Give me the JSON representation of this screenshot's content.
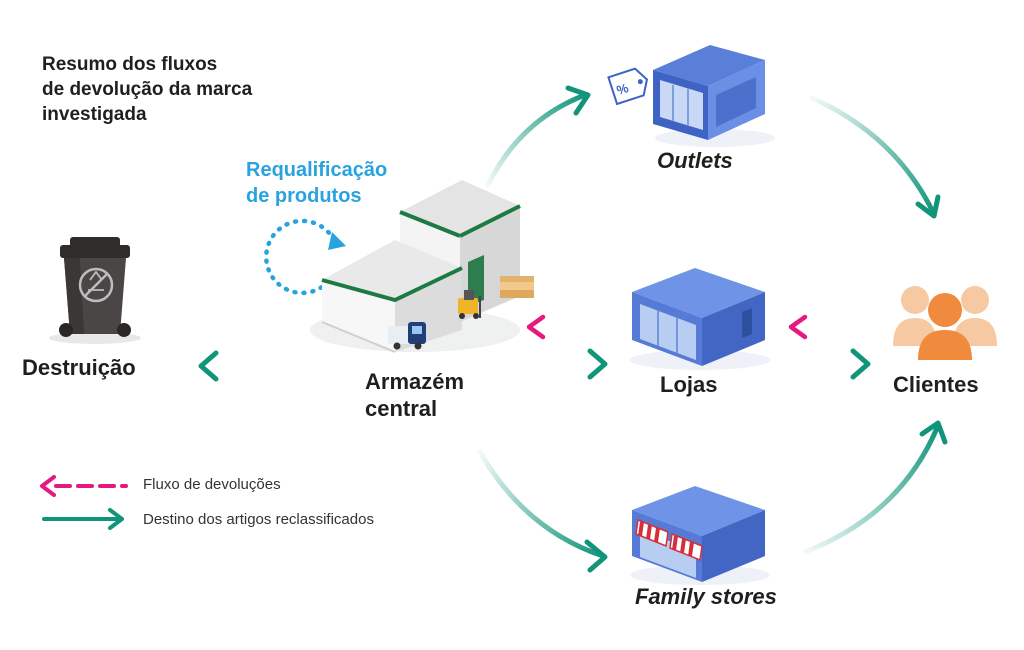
{
  "title": {
    "line1": "Resumo dos fluxos",
    "line2": "de devolução da marca",
    "line3": "investigada"
  },
  "requalification": {
    "line1": "Requalificação",
    "line2": "de produtos"
  },
  "nodes": {
    "outlets": "Outlets",
    "lojas": "Lojas",
    "clientes": "Clientes",
    "destruicao": "Destruição",
    "armazem_line1": "Armazém",
    "armazem_line2": "central",
    "family_stores": "Family stores"
  },
  "legend": {
    "returns_flow": "Fluxo de devoluções",
    "reclassified_destination": "Destino dos artigos reclassificados"
  },
  "colors": {
    "teal": "#11957a",
    "magenta": "#e5197f",
    "blue_label": "#29a3e0",
    "store_blue": "#4a6fd1",
    "warehouse_green": "#1e7a45",
    "person_orange": "#f08a3c",
    "bin_dark": "#3d3a39"
  },
  "icons": {
    "bin": "recycle-bin-icon",
    "warehouse": "warehouse-icon",
    "outlet": "outlet-store-icon",
    "store": "store-icon",
    "family_store": "family-store-icon",
    "customers": "customers-icon"
  }
}
